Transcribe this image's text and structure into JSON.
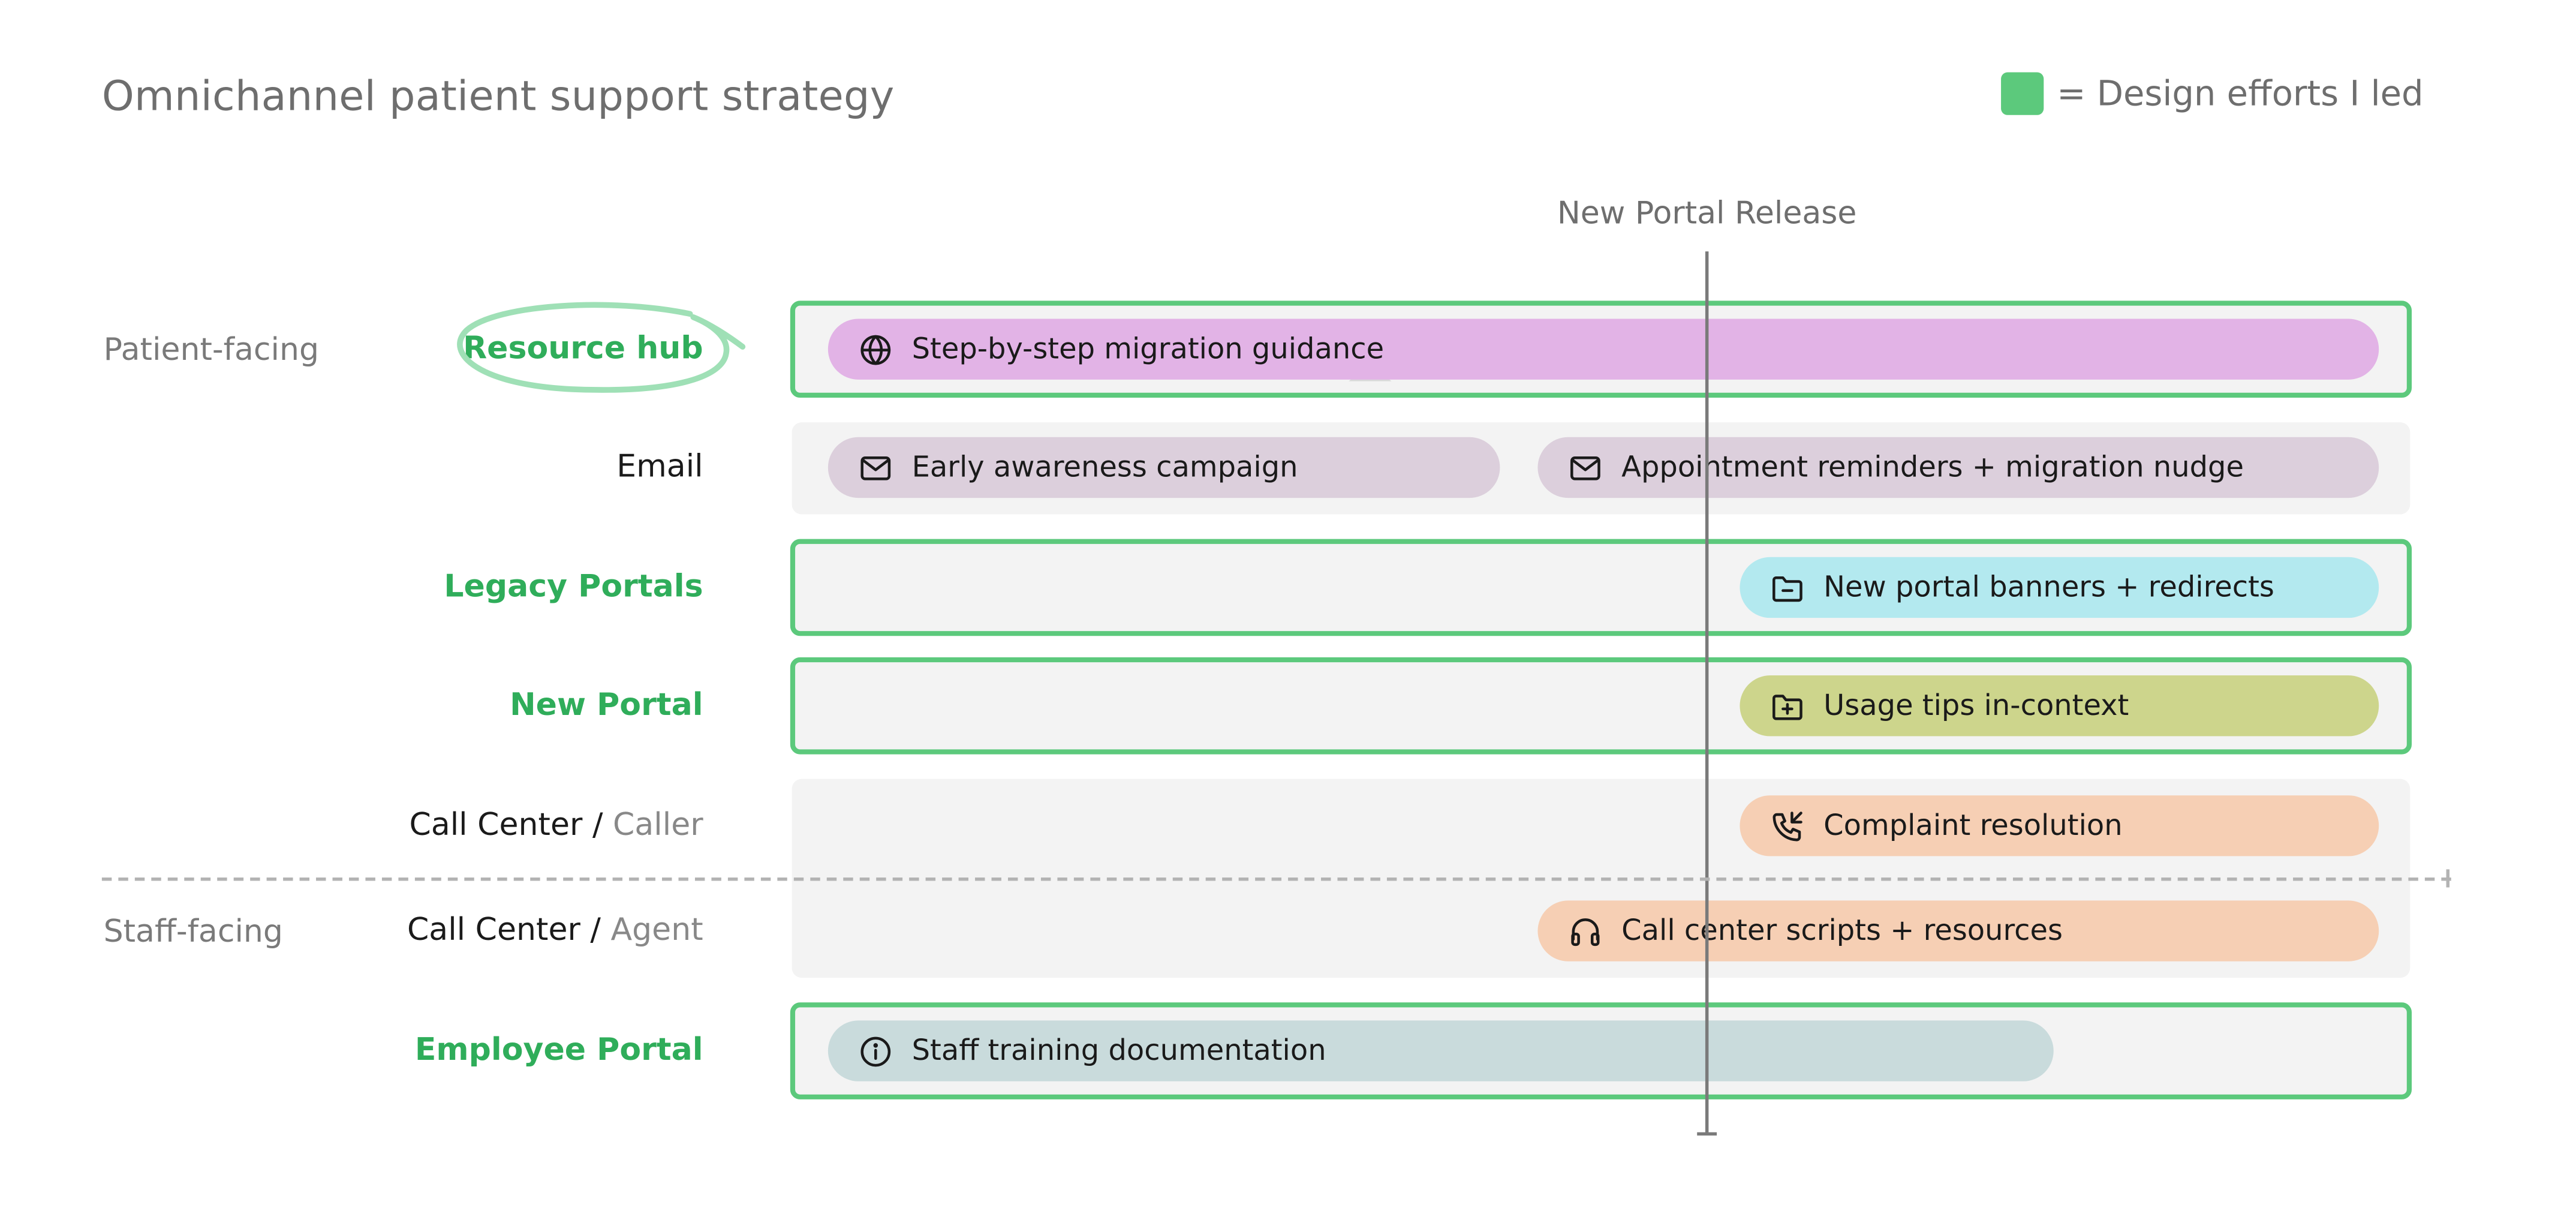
{
  "title": "Omnichannel patient support strategy",
  "legend": {
    "label": "= Design efforts I led",
    "color": "#5cc97c"
  },
  "milestone": {
    "label": "New Portal Release"
  },
  "groups": {
    "patient": "Patient-facing",
    "staff": "Staff-facing"
  },
  "rows": [
    {
      "label": "Resource hub",
      "sub": "",
      "led": true,
      "circled": true
    },
    {
      "label": "Email",
      "sub": "",
      "led": false
    },
    {
      "label": "Legacy Portals",
      "sub": "",
      "led": true
    },
    {
      "label": "New Portal",
      "sub": "",
      "led": true
    },
    {
      "label": "Call Center / ",
      "sub": "Caller",
      "led": false
    },
    {
      "label": "Call Center / ",
      "sub": "Agent",
      "led": false
    },
    {
      "label": "Employee Portal",
      "sub": "",
      "led": true
    }
  ],
  "bars": [
    {
      "label": "Step-by-step migration guidance",
      "icon": "globe-icon",
      "color": "#e2b3e6"
    },
    {
      "label": "Early awareness campaign",
      "icon": "mail-icon",
      "color": "#dccfdc"
    },
    {
      "label": "Appointment reminders + migration nudge",
      "icon": "mail-icon",
      "color": "#dccfdc"
    },
    {
      "label": "New portal banners + redirects",
      "icon": "folder-minus-icon",
      "color": "#b3e9ef"
    },
    {
      "label": "Usage tips in-context",
      "icon": "folder-plus-icon",
      "color": "#cdd58c"
    },
    {
      "label": "Complaint resolution",
      "icon": "phone-incoming-icon",
      "color": "#f6cfb4"
    },
    {
      "label": "Call center scripts + resources",
      "icon": "headphones-icon",
      "color": "#f6cfb4"
    },
    {
      "label": "Staff training documentation",
      "icon": "info-icon",
      "color": "#c9dbdc"
    }
  ]
}
